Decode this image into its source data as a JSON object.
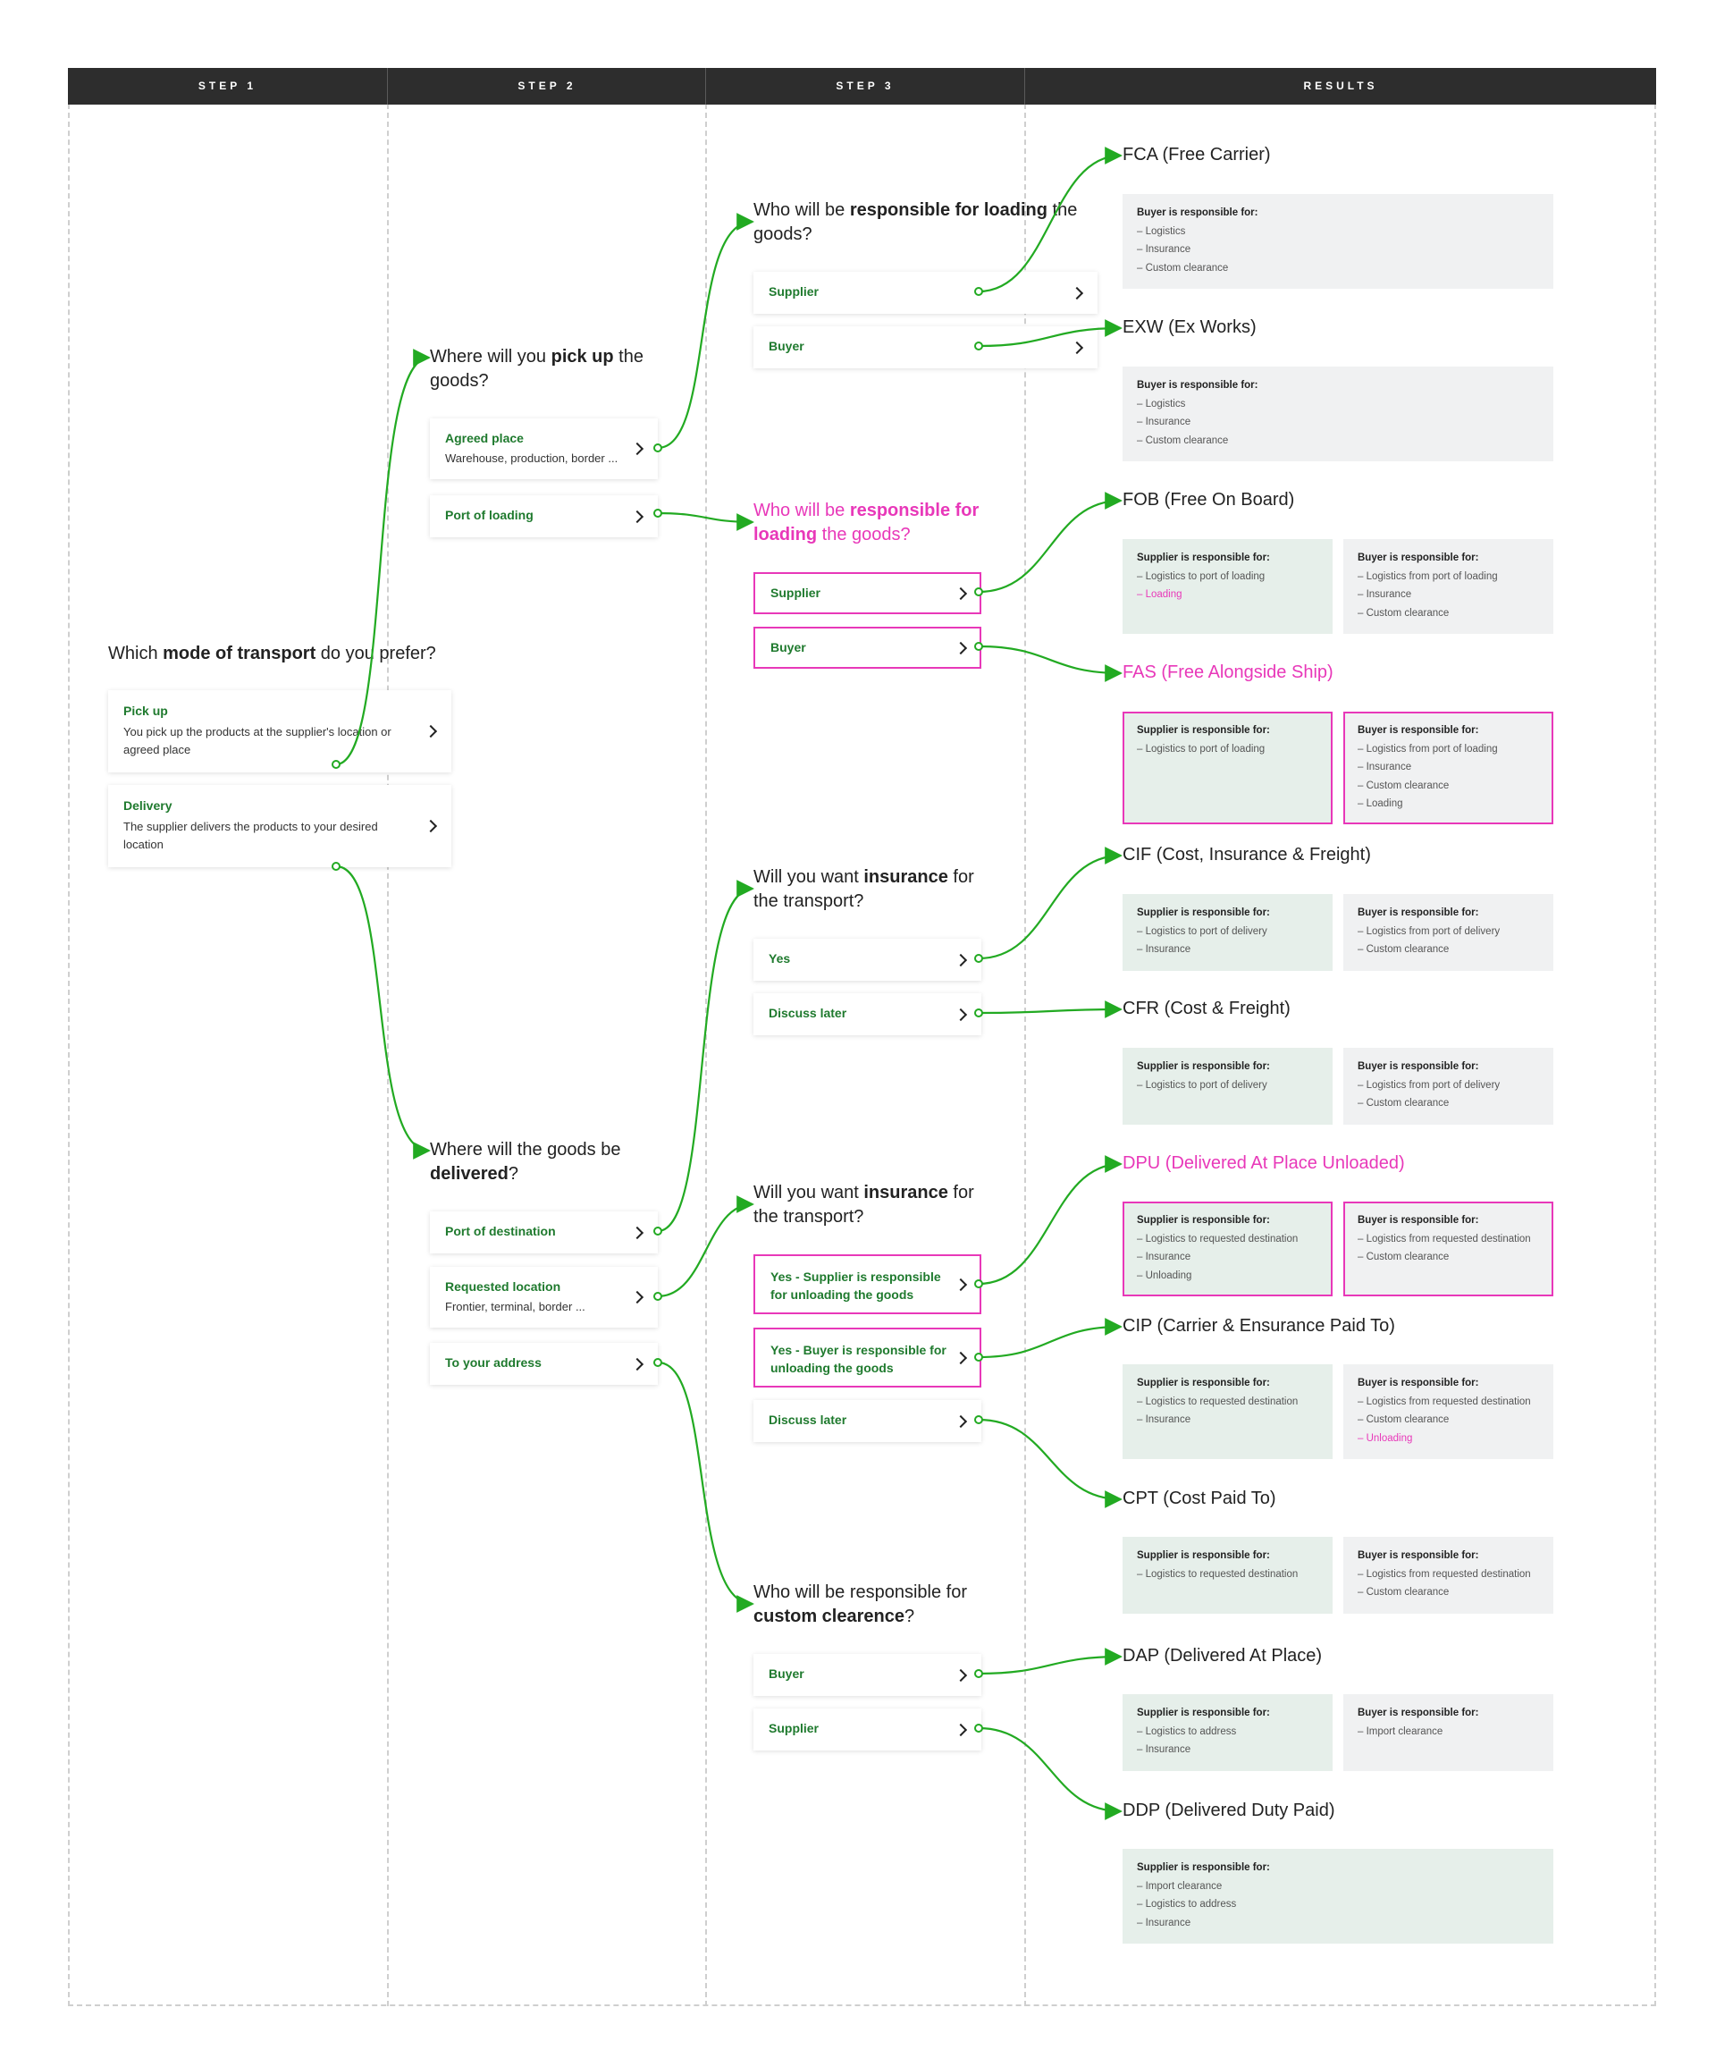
{
  "header": {
    "step1": "STEP 1",
    "step2": "STEP 2",
    "step3": "STEP 3",
    "results": "RESULTS"
  },
  "step1": {
    "question": {
      "pre": "Which ",
      "bold": "mode of transport",
      "post": " do you prefer?"
    },
    "pickup": {
      "label": "Pick up",
      "desc_line1": "You pick up the products at the supplier's location or",
      "desc_line2": "agreed place"
    },
    "delivery": {
      "label": "Delivery",
      "desc_line1": "The supplier delivers the products to your desired",
      "desc_line2": "location"
    }
  },
  "step2": {
    "pickup_q": {
      "l1_pre": "Where will you ",
      "l1_bold": "pick up",
      "l1_post": " the",
      "l2": "goods?"
    },
    "agreed_place": {
      "label": "Agreed place",
      "desc": "Warehouse, production, border ..."
    },
    "port_of_loading": {
      "label": "Port of loading"
    },
    "delivery_q": {
      "l1": "Where will the goods be",
      "l2_bold": "delivered",
      "l2_post": "?"
    },
    "port_of_destination": {
      "label": "Port of destination"
    },
    "requested_location": {
      "label": "Requested location",
      "desc": "Frontier, terminal, border ..."
    },
    "to_your_address": {
      "label": "To your address"
    }
  },
  "step3": {
    "loading_q1": {
      "l1_pre": "Who will be ",
      "l1_bold": "responsible for loading",
      "l1_post": " the",
      "l2": "goods?"
    },
    "loading_q1_supplier": "Supplier",
    "loading_q1_buyer": "Buyer",
    "loading_q2": {
      "l1_pre": "Who will be ",
      "l1_bold": "responsible for",
      "l2_bold": "loading",
      "l2_post": " the goods?"
    },
    "loading_q2_supplier": "Supplier",
    "loading_q2_buyer": "Buyer",
    "insurance_q1": {
      "l1_pre": "Will you want ",
      "l1_bold": "insurance",
      "l1_post": " for",
      "l2": "the transport?"
    },
    "insurance_q1_yes": "Yes",
    "insurance_q1_later": "Discuss later",
    "insurance_q2": {
      "l1_pre": "Will you want ",
      "l1_bold": "insurance",
      "l1_post": " for",
      "l2": "the transport?"
    },
    "insurance_q2_yes_supplier_l1": "Yes - Supplier is responsible",
    "insurance_q2_yes_supplier_l2": "for unloading the goods",
    "insurance_q2_yes_buyer_l1": "Yes - Buyer is responsible for",
    "insurance_q2_yes_buyer_l2": "unloading the goods",
    "insurance_q2_later": "Discuss later",
    "customs_q": {
      "l1": "Who will be responsible for",
      "l2_bold": "custom clearence",
      "l2_post": "?"
    },
    "customs_buyer": "Buyer",
    "customs_supplier": "Supplier"
  },
  "results": {
    "fca": {
      "title": "FCA (Free Carrier)",
      "buyer_head": "Buyer is responsible for:",
      "buyer_items": [
        "– Logistics",
        "– Insurance",
        "– Custom clearance"
      ]
    },
    "exw": {
      "title": "EXW (Ex Works)",
      "buyer_head": "Buyer is responsible for:",
      "buyer_items": [
        "– Logistics",
        "– Insurance",
        "– Custom clearance"
      ]
    },
    "fob": {
      "title": "FOB (Free On Board)",
      "supplier_head": "Supplier is responsible for:",
      "supplier_items": [
        "– Logistics to port of loading",
        "– Loading"
      ],
      "buyer_head": "Buyer is responsible for:",
      "buyer_items": [
        "– Logistics from port of loading",
        "– Insurance",
        "– Custom clearance"
      ]
    },
    "fas": {
      "title": "FAS (Free Alongside Ship)",
      "supplier_head": "Supplier is responsible for:",
      "supplier_items": [
        "– Logistics to port of loading"
      ],
      "buyer_head": "Buyer is responsible for:",
      "buyer_items": [
        "– Logistics from port of loading",
        "– Insurance",
        "– Custom clearance",
        "– Loading"
      ]
    },
    "cif": {
      "title": "CIF (Cost, Insurance & Freight)",
      "supplier_head": "Supplier is responsible for:",
      "supplier_items": [
        "– Logistics to port of delivery",
        "– Insurance"
      ],
      "buyer_head": "Buyer is responsible for:",
      "buyer_items": [
        "– Logistics from port of delivery",
        "– Custom clearance"
      ]
    },
    "cfr": {
      "title": "CFR (Cost & Freight)",
      "supplier_head": "Supplier is responsible for:",
      "supplier_items": [
        "– Logistics to port of delivery"
      ],
      "buyer_head": "Buyer is responsible for:",
      "buyer_items": [
        "– Logistics from port of delivery",
        "– Custom clearance"
      ]
    },
    "dpu": {
      "title": "DPU (Delivered At Place Unloaded)",
      "supplier_head": "Supplier is responsible for:",
      "supplier_items": [
        "– Logistics to requested destination",
        "– Insurance",
        "– Unloading"
      ],
      "buyer_head": "Buyer is responsible for:",
      "buyer_items": [
        "– Logistics from requested destination",
        "– Custom clearance"
      ]
    },
    "cip": {
      "title": "CIP (Carrier & Ensurance Paid To)",
      "supplier_head": "Supplier is responsible for:",
      "supplier_items": [
        "– Logistics to requested destination",
        "– Insurance"
      ],
      "buyer_head": "Buyer is responsible for:",
      "buyer_items": [
        "– Logistics from requested destination",
        "– Custom clearance",
        "– Unloading"
      ]
    },
    "cpt": {
      "title": "CPT (Cost Paid To)",
      "supplier_head": "Supplier is responsible for:",
      "supplier_items": [
        "– Logistics to requested destination"
      ],
      "buyer_head": "Buyer is responsible for:",
      "buyer_items": [
        "– Logistics from requested destination",
        "– Custom clearance"
      ]
    },
    "dap": {
      "title": "DAP (Delivered At Place)",
      "supplier_head": "Supplier is responsible for:",
      "supplier_items": [
        "– Logistics to address",
        "– Insurance"
      ],
      "buyer_head": "Buyer is responsible for:",
      "buyer_items": [
        "– Import clearance"
      ]
    },
    "ddp": {
      "title": "DDP (Delivered Duty Paid)",
      "supplier_head": "Supplier is responsible for:",
      "supplier_items": [
        "– Import clearance",
        "– Logistics to address",
        "– Insurance"
      ]
    }
  },
  "colors": {
    "connector": "#22aa22",
    "highlight": "#e838b9",
    "option_text": "#1f7a2e",
    "header_bg": "#2d2d2d"
  }
}
